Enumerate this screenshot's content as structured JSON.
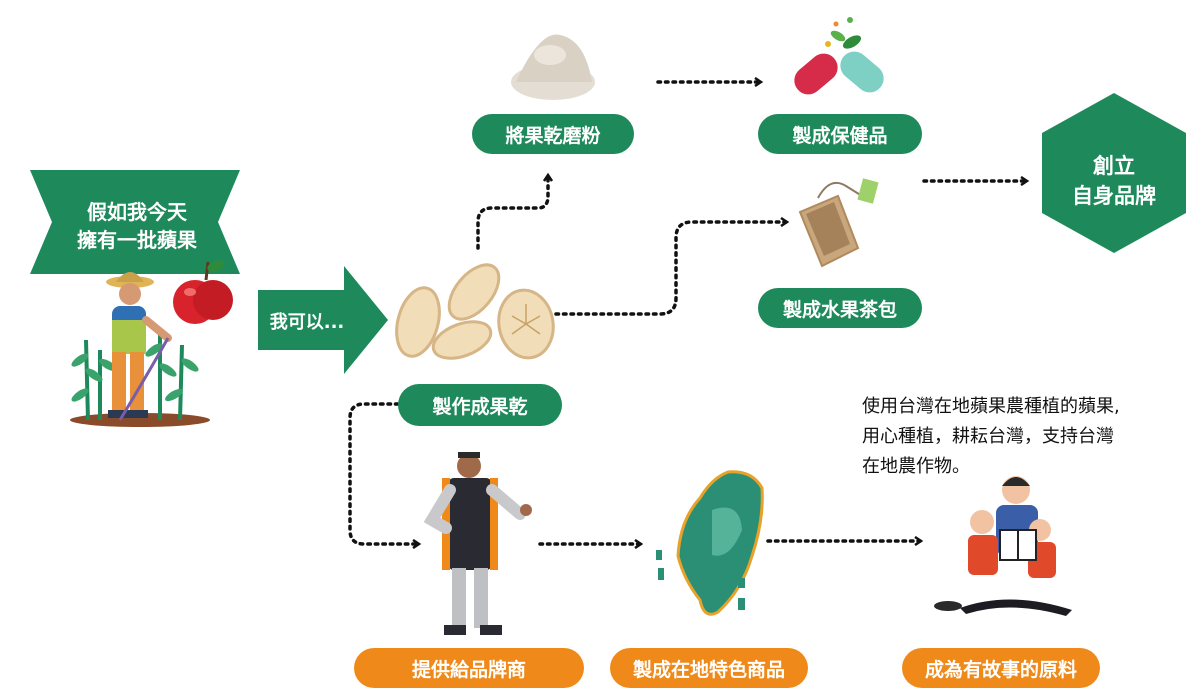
{
  "banner": {
    "line1": "假如我今天",
    "line2": "擁有一批蘋果"
  },
  "arrow_label": "我可以...",
  "nodes": {
    "dried_fruit": "製作成果乾",
    "powder": "將果乾磨粉",
    "health_product": "製成保健品",
    "tea_bag": "製成水果茶包",
    "brand_supply": "提供給品牌商",
    "local_product": "製成在地特色商品",
    "story_material": "成為有故事的原料"
  },
  "hexagon": {
    "line1": "創立",
    "line2": "自身品牌"
  },
  "note": {
    "line1": "使用台灣在地蘋果農種植的蘋果,",
    "line2": "用心種植，耕耘台灣，支持台灣",
    "line3": "在地農作物。"
  },
  "colors": {
    "green": "#1e8a5c",
    "orange": "#ef8a1a",
    "arrow": "#111111"
  }
}
